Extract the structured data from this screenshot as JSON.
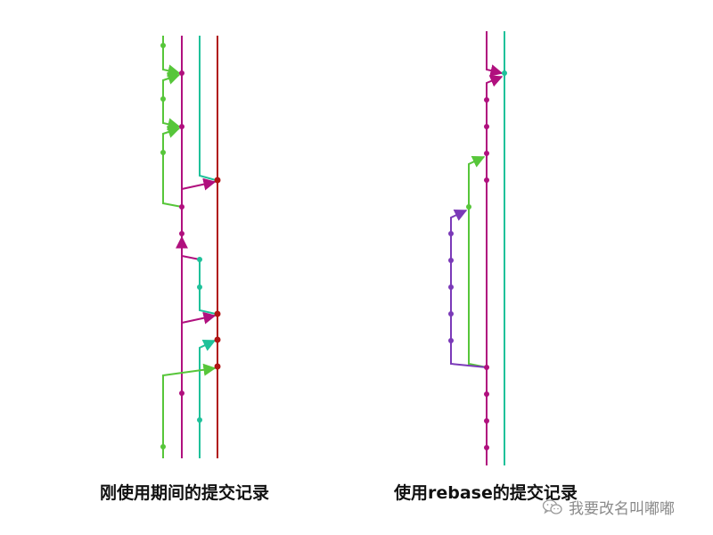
{
  "captions": {
    "left": "刚使用期间的提交记录",
    "right": "使用rebase的提交记录"
  },
  "watermark": {
    "text": "我要改名叫嘟嘟",
    "icon": "wechat-icon"
  },
  "colors": {
    "green": "#57c63a",
    "magenta": "#b0107e",
    "teal": "#1fc19a",
    "red": "#b01414",
    "purple": "#7b3ab8",
    "caption": "#111111",
    "watermark": "#8a8a8a"
  }
}
